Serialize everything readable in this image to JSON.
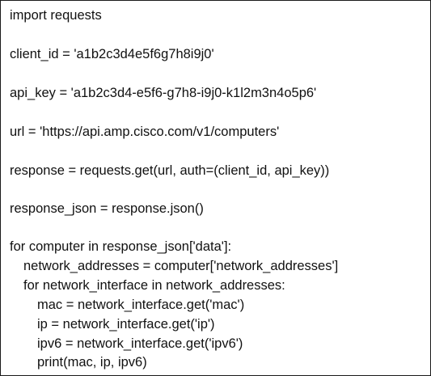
{
  "code": {
    "lines": [
      "import requests",
      "client_id = 'a1b2c3d4e5f6g7h8i9j0'",
      "api_key = 'a1b2c3d4-e5f6-g7h8-i9j0-k1l2m3n4o5p6'",
      "url = 'https://api.amp.cisco.com/v1/computers'",
      "response = requests.get(url, auth=(client_id, api_key))",
      "response_json = response.json()",
      "for computer in response_json['data']:",
      "network_addresses = computer['network_addresses']",
      "for network_interface in network_addresses:",
      "mac = network_interface.get('mac')",
      "ip = network_interface.get('ip')",
      "ipv6 = network_interface.get('ipv6')",
      "print(mac, ip, ipv6)"
    ]
  }
}
